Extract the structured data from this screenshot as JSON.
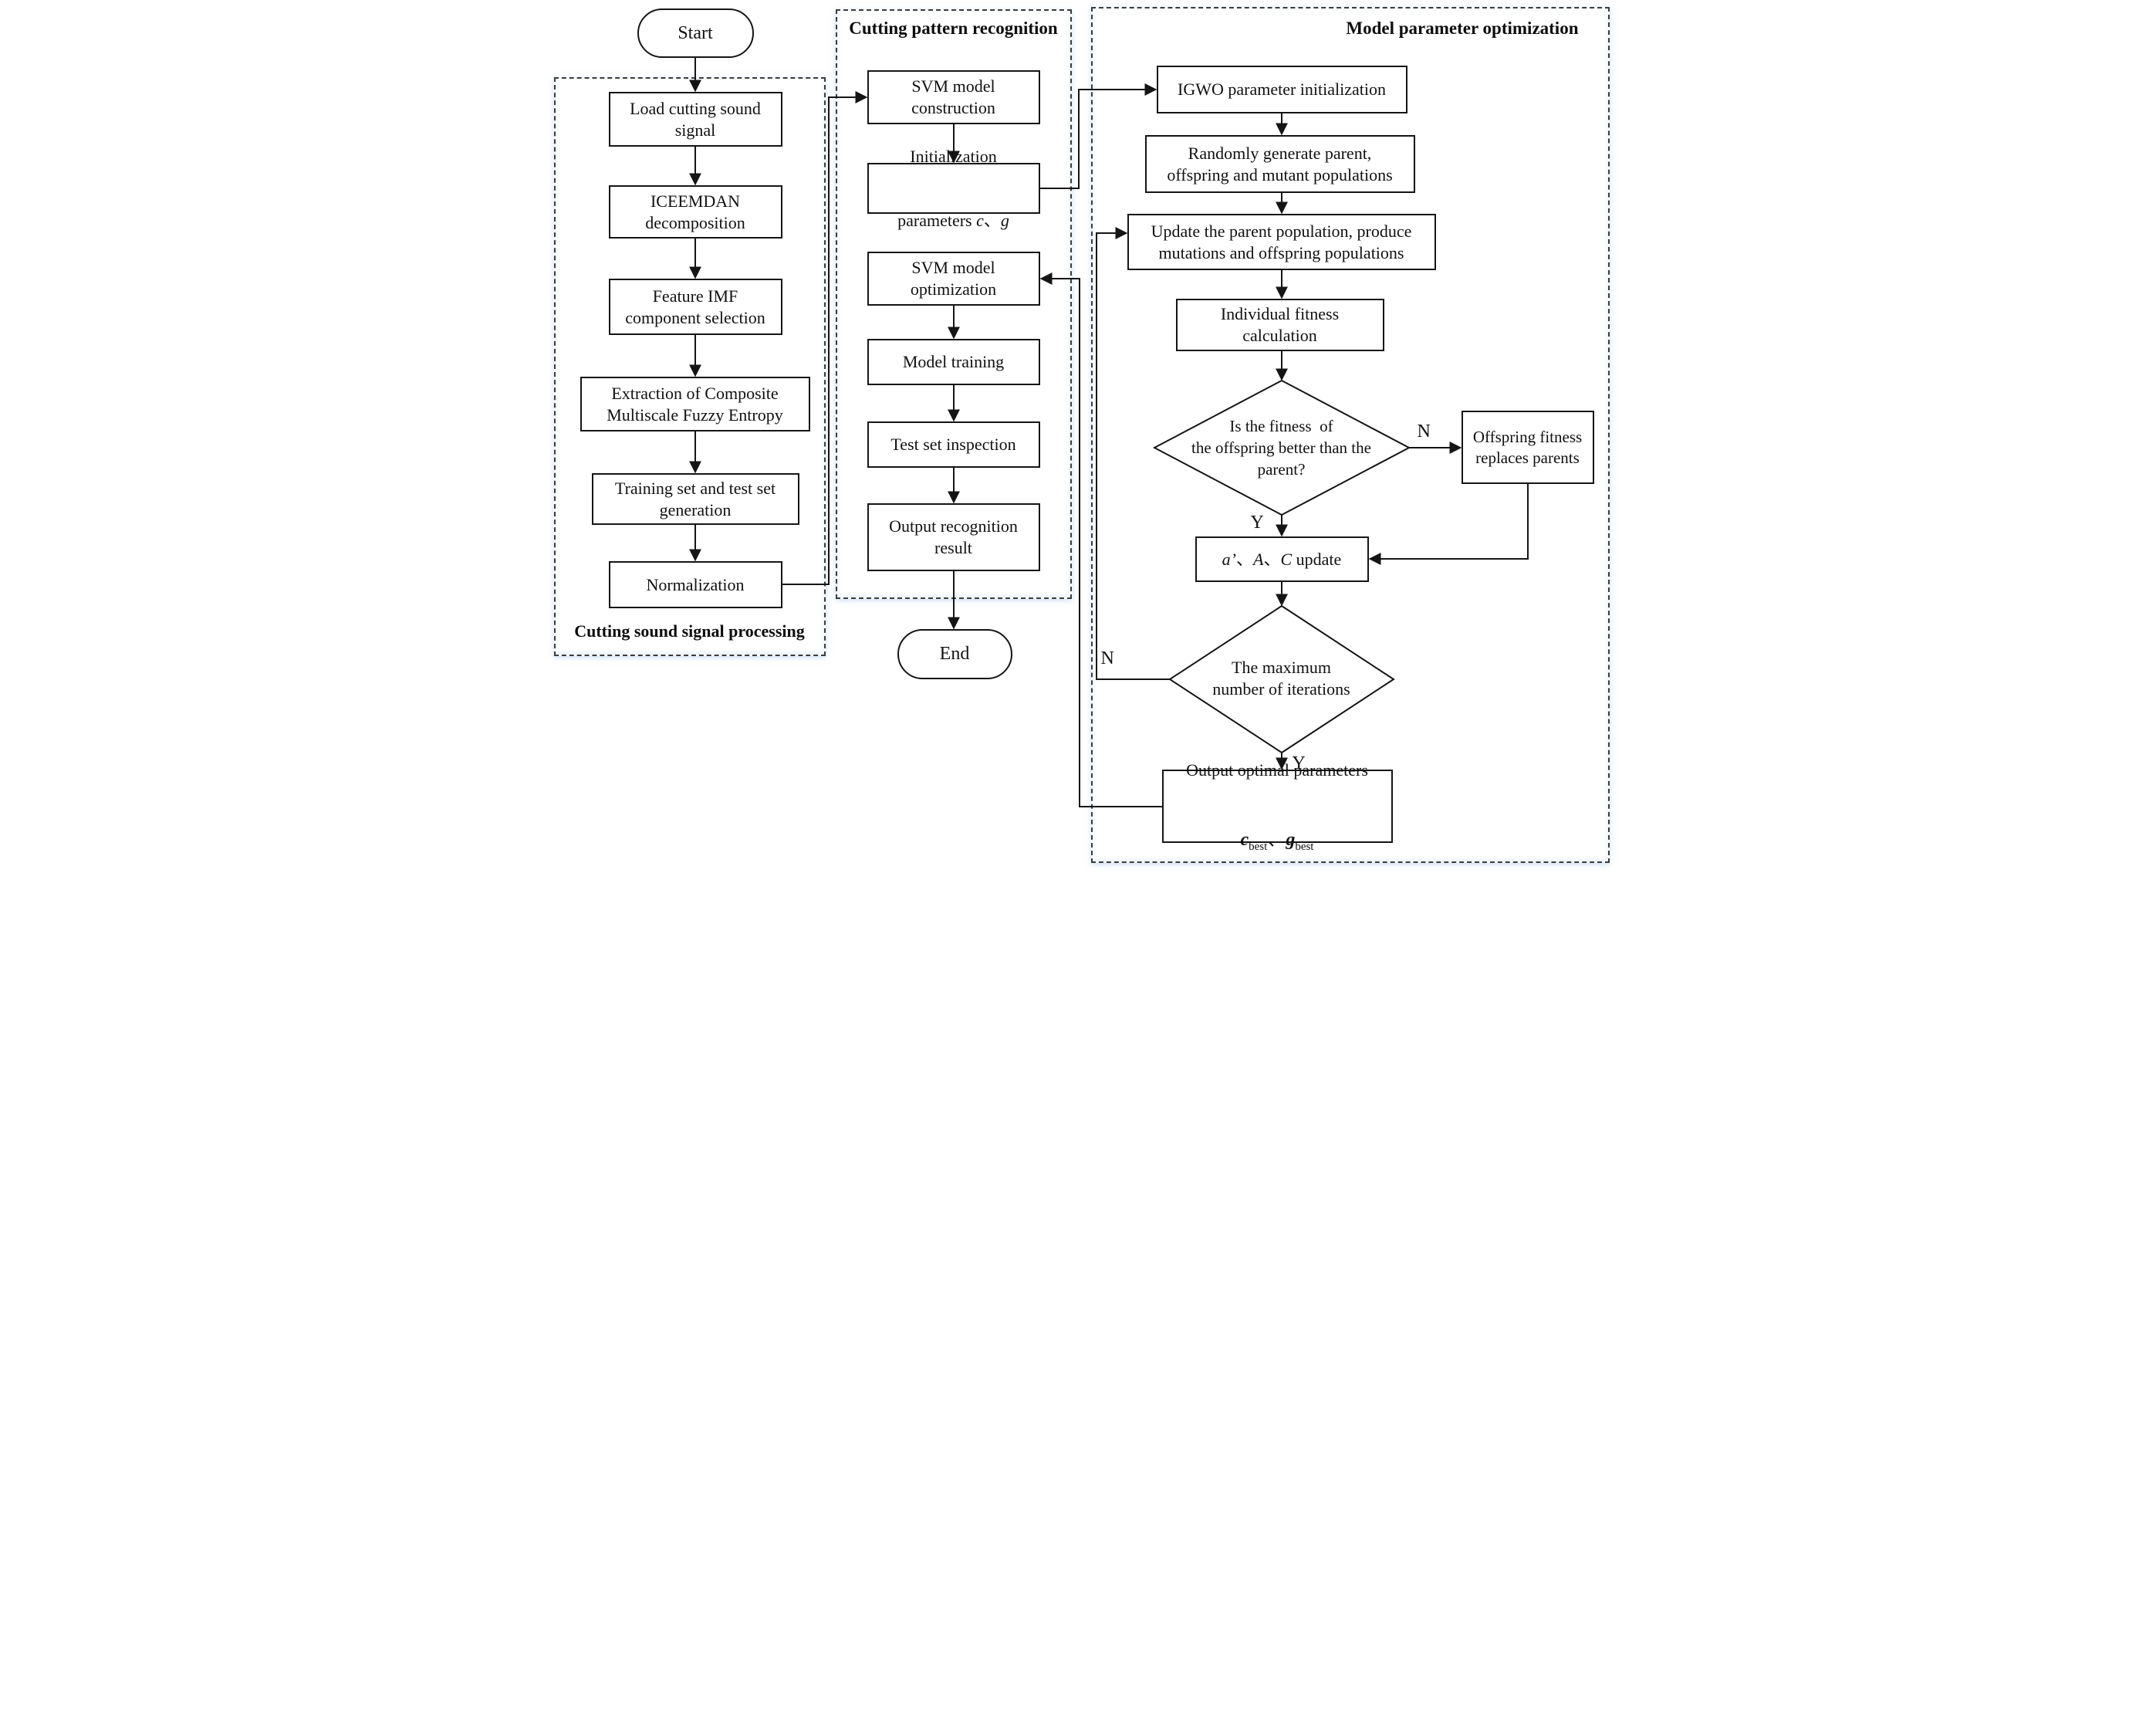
{
  "panels": {
    "signal_processing": {
      "label": "Cutting sound signal processing"
    },
    "pattern_recognition": {
      "label": "Cutting pattern recognition"
    },
    "parameter_optimization": {
      "label": "Model parameter optimization"
    }
  },
  "nodes": {
    "start": {
      "label": "Start"
    },
    "load_signal": {
      "label": "Load cutting sound\nsignal"
    },
    "iceemdan": {
      "label": "ICEEMDAN\ndecomposition"
    },
    "feature_imf": {
      "label": "Feature IMF\ncomponent selection"
    },
    "extraction": {
      "label": "Extraction of Composite\nMultiscale Fuzzy Entropy"
    },
    "training_set": {
      "label": "Training set and test set\ngeneration"
    },
    "normalization": {
      "label": "Normalization"
    },
    "svm_construction": {
      "label": "SVM model\nconstruction"
    },
    "init_params": {
      "line1": "Initialization",
      "prefix": "parameters ",
      "c": "c",
      "sep": "、",
      "g": "g"
    },
    "svm_optimization": {
      "label": "SVM model\noptimization"
    },
    "model_training": {
      "label": "Model training"
    },
    "test_inspection": {
      "label": "Test set inspection"
    },
    "output_recognition": {
      "label": "Output recognition\nresult"
    },
    "end": {
      "label": "End"
    },
    "igwo_init": {
      "label": "IGWO parameter initialization"
    },
    "random_generate": {
      "label": "Randomly generate parent,\noffspring and mutant populations"
    },
    "update_parent": {
      "label": "Update the parent population, produce\nmutations and offspring populations"
    },
    "individual_fitness": {
      "label": "Individual fitness\ncalculation"
    },
    "fitness_decision": {
      "label": "Is the fitness  of\nthe offspring better than the\nparent?"
    },
    "offspring_replace": {
      "label": "Offspring fitness\nreplaces parents"
    },
    "param_update": {
      "a": "a’",
      "sep1": "、",
      "A": "A",
      "sep2": "、",
      "C": "C",
      "suffix": " update"
    },
    "max_iterations": {
      "label": "The maximum\nnumber of iterations"
    },
    "output_optimal": {
      "line1": "Output optimal parameters",
      "c": "c",
      "c_sub": "best",
      "sep": "、",
      "g": "g",
      "g_sub": "best"
    }
  },
  "edge_labels": {
    "fitness_no": "N",
    "fitness_yes": "Y",
    "iterations_no": "N",
    "iterations_yes": "Y"
  }
}
